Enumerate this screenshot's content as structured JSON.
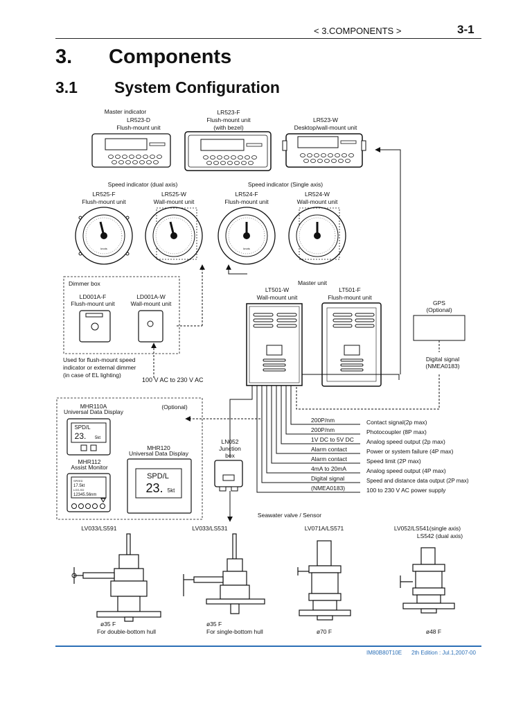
{
  "header": {
    "section": "< 3.COMPONENTS >",
    "page": "3-1"
  },
  "chapter": {
    "number": "3.",
    "title": "Components"
  },
  "section": {
    "number": "3.1",
    "title": "System Configuration"
  },
  "masters": [
    {
      "l1": "Master indicator",
      "l2": "LR523-D",
      "l3": "Flush-mount unit"
    },
    {
      "l1": "LR523-F",
      "l2": "Flush-mount unit",
      "l3": "(with bezel)"
    },
    {
      "l1": "LR523-W",
      "l2": "Desktop/wall-mount unit"
    }
  ],
  "speed": {
    "dual": "Speed indicator (dual axis)",
    "single": "Speed indicator (Single axis)",
    "units": [
      {
        "model": "LR525-F",
        "mount": "Flush-mount unit"
      },
      {
        "model": "LR525-W",
        "mount": "Wall-mount unit"
      },
      {
        "model": "LR524-F",
        "mount": "Flush-mount unit"
      },
      {
        "model": "LR524-W",
        "mount": "Wall-mount unit"
      }
    ],
    "knots": "knots"
  },
  "dimmer": {
    "title": "Dimmer box",
    "units": [
      {
        "model": "LD001A-F",
        "mount": "Flush-mount unit"
      },
      {
        "model": "LD001A-W",
        "mount": "Wall-mount unit"
      }
    ],
    "note": [
      "Used for flush-mount speed",
      "indicator or external dimmer",
      "(in case of EL lighting)"
    ],
    "power": "100 V AC  to  230 V AC"
  },
  "master_unit": {
    "title": "Master unit",
    "units": [
      {
        "model": "LT501-W",
        "mount": "Wall-mount unit"
      },
      {
        "model": "LT501-F",
        "mount": "Flush-mount unit"
      }
    ]
  },
  "gps": {
    "name": "GPS",
    "opt": "(Optional)",
    "sig1": "Digital signal",
    "sig2": "(NMEA0183)"
  },
  "display": {
    "optional": "(Optional)",
    "mhr110a": {
      "model": "MHR110A",
      "name": "Universal Data Display",
      "l1": "SPD/L",
      "l2": "23.",
      "unit": "5kt"
    },
    "mhr120": {
      "model": "MHR120",
      "name": "Universal Data Display",
      "l1": "SPD/L",
      "l2": "23.",
      "unit": "5kt"
    },
    "mhr112": {
      "model": "MHR112",
      "name": "Assist Monitor",
      "l1": "SPEED",
      "l2": "17.5kt",
      "l3": "LOG-SD",
      "l4": "12345.56nm"
    }
  },
  "junction": {
    "l1": "LN052",
    "l2": "Junction",
    "l3": "box"
  },
  "outputs": [
    {
      "left": "200P/nm",
      "right": "Contact signal(2p max)"
    },
    {
      "left": "200P/nm",
      "right": "Photocoupler (8P max)"
    },
    {
      "left": "1V DC to 5V DC",
      "right": "Analog speed output (2p max)"
    },
    {
      "left": "Alarm contact",
      "right": "Power or system failure (4P max)"
    },
    {
      "left": "Alarm contact",
      "right": "Speed limit (2P max)"
    },
    {
      "left": "4mA to 20mA",
      "right": "Analog speed output (4P max)"
    },
    {
      "left": "Digital signal",
      "right": "Speed and distance data output (2P max)"
    },
    {
      "left": "(NMEA0183)",
      "right": "100 to 230 V AC power supply"
    }
  ],
  "sensors": {
    "title": "Seawater valve / Sensor",
    "items": [
      {
        "model": "LV033/LS591",
        "dia": "ø35 F",
        "note": "For double-bottom hull"
      },
      {
        "model": "LV033/LS531",
        "dia": "ø35 F",
        "note": "For single-bottom hull"
      },
      {
        "model": "LV071A/LS571",
        "dia": "ø70 F",
        "note": ""
      },
      {
        "model": "LV052/LS541(single axis)",
        "model2": "LS542 (dual axis)",
        "dia": "ø48 F",
        "note": ""
      }
    ]
  },
  "footer": {
    "doc": "IM80B80T10E",
    "edition": "2th Edition : Jul.1,2007-00"
  },
  "colors": {
    "accent": "#2b6fb6",
    "ink": "#111111"
  }
}
